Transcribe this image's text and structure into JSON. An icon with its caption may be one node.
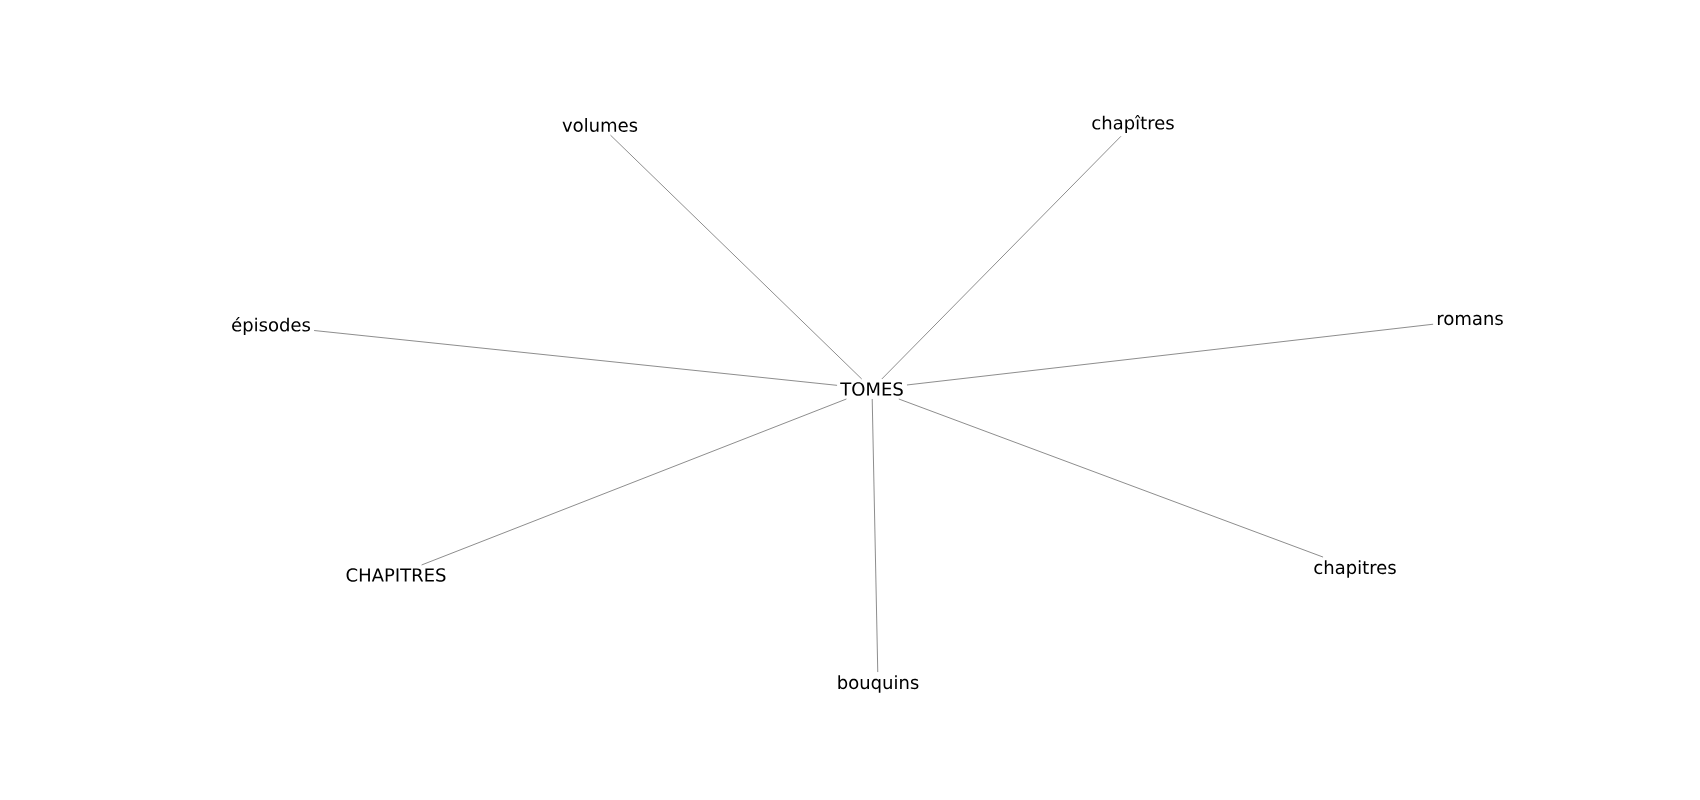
{
  "diagram": {
    "nodes": [
      {
        "text": [
          "volumes"
        ]
      },
      {
        "text": [
          "chapîtres"
        ]
      },
      {
        "text": [
          "épisodes"
        ]
      },
      {
        "text": [
          "romans"
        ]
      },
      {
        "text": [
          "TOMES"
        ]
      },
      {
        "text": [
          "CHAPITRES"
        ]
      },
      {
        "text": [
          "chapitres"
        ]
      },
      {
        "text": [
          "bouquins"
        ]
      }
    ],
    "edges": [
      {
        "from": 4,
        "to": 0,
        "arrow": "none"
      },
      {
        "from": 4,
        "to": 1,
        "arrow": "none"
      },
      {
        "from": 4,
        "to": 2,
        "arrow": "none"
      },
      {
        "from": 4,
        "to": 3,
        "arrow": "none"
      },
      {
        "from": 4,
        "to": 5,
        "arrow": "none"
      },
      {
        "from": 4,
        "to": 6,
        "arrow": "none"
      },
      {
        "from": 4,
        "to": 7,
        "arrow": "none"
      }
    ]
  }
}
